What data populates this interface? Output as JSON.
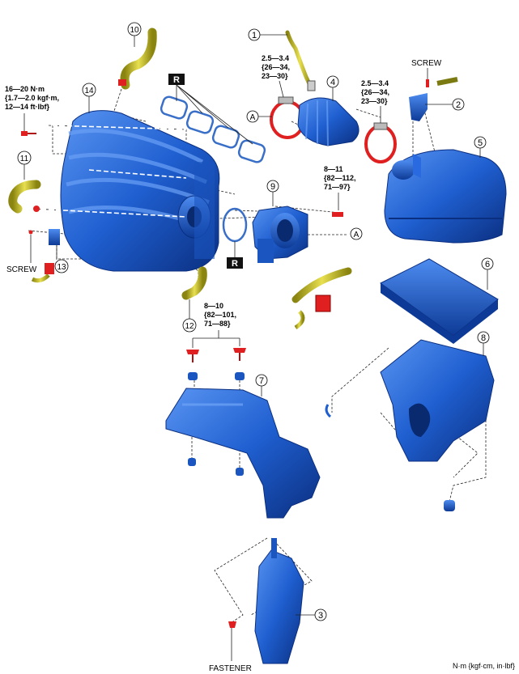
{
  "colors": {
    "part_blue": "#1f5fd0",
    "part_blue_dark": "#0d3a96",
    "part_blue_light": "#4d8cf0",
    "hose_yellow": "#c8c020",
    "clamp_red": "#e02020",
    "gasket_blue": "#3a6fc8"
  },
  "callouts": [
    "1",
    "2",
    "3",
    "4",
    "5",
    "6",
    "7",
    "8",
    "9",
    "10",
    "11",
    "12",
    "13",
    "14"
  ],
  "labels": {
    "screw_top": "SCREW",
    "screw_left": "SCREW",
    "fastener": "FASTENER",
    "a_mark": "A",
    "r_mark": "R",
    "unit_note": "N·m {kgf·cm, in·lbf}"
  },
  "torque": {
    "intake_manifold": [
      "16—20 N·m",
      "{1.7—2.0 kgf·m,",
      "12—14 ft·lbf}"
    ],
    "clamp_left": [
      "2.5—3.4",
      "{26—34,",
      "23—30}"
    ],
    "clamp_right": [
      "2.5—3.4",
      "{26—34,",
      "23—30}"
    ],
    "throttle_body": [
      "8—11",
      "{82—112,",
      "71—97}"
    ],
    "resonator": [
      "8—10",
      "{82—101,",
      "71—88}"
    ]
  }
}
